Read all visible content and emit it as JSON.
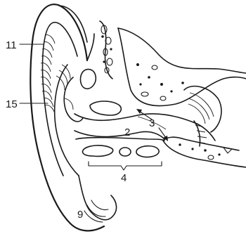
{
  "labels": {
    "helix": "11",
    "antihelix": "15",
    "canal": "2",
    "tympanic_membrane": "3",
    "bony_region": "4",
    "lobule": "9"
  }
}
